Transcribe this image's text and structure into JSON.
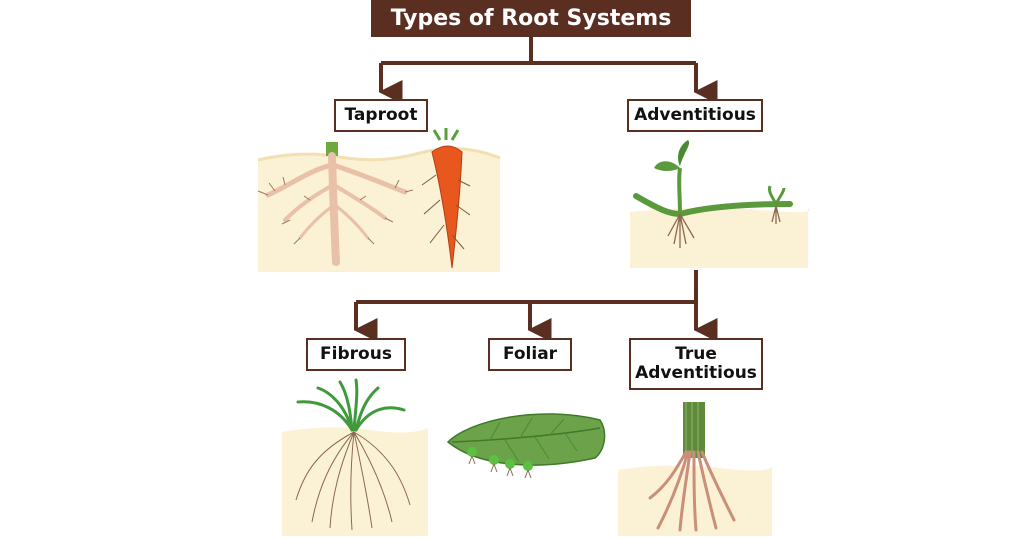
{
  "title": "Types of Root Systems",
  "nodes": {
    "taproot": "Taproot",
    "adventitious": "Adventitious",
    "fibrous": "Fibrous",
    "foliar": "Foliar",
    "true_adventitious_line1": "True",
    "true_adventitious_line2": "Adventitious"
  },
  "colors": {
    "connector": "#5a2e20",
    "soil": "#fbf1d4",
    "leaf_green": "#5a9a3c",
    "root_tan": "#d9b48f",
    "carrot_orange": "#e8571e"
  }
}
